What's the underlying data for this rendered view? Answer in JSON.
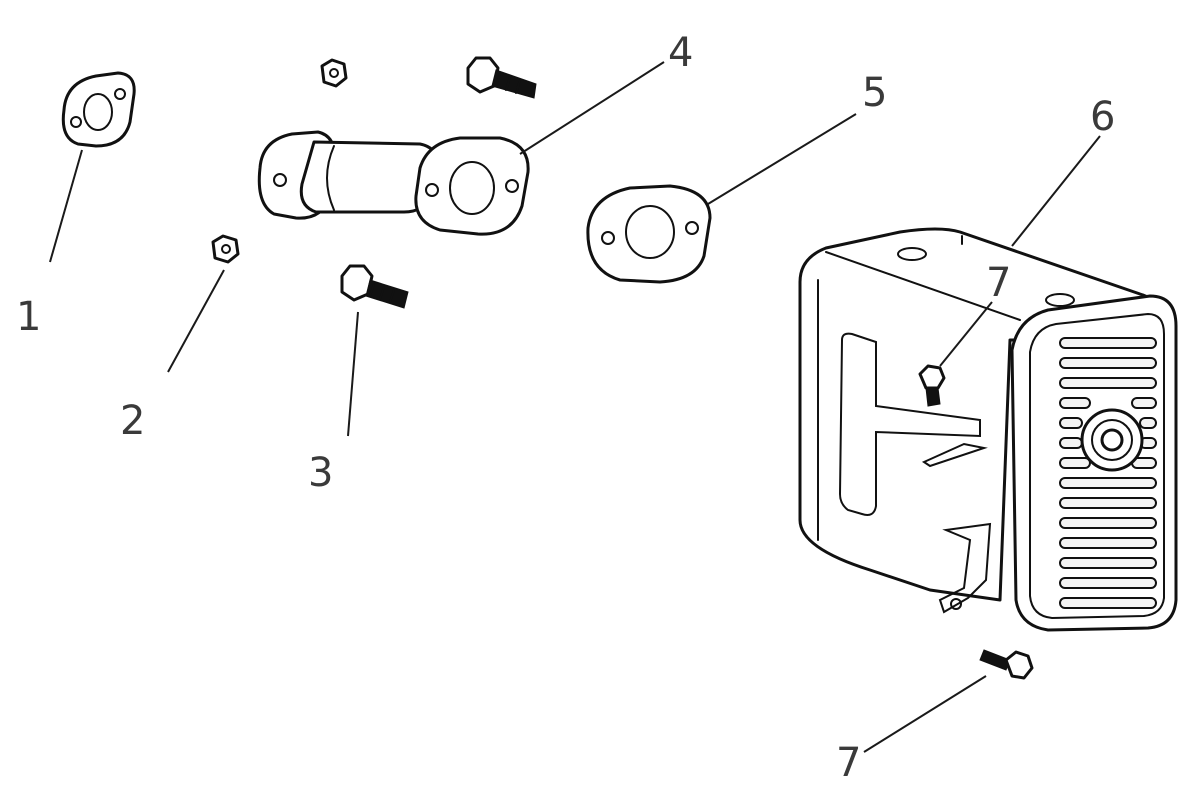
{
  "diagram": {
    "labels": [
      {
        "id": "part-1",
        "text": "1"
      },
      {
        "id": "part-2",
        "text": "2"
      },
      {
        "id": "part-3",
        "text": "3"
      },
      {
        "id": "part-4",
        "text": "4"
      },
      {
        "id": "part-5",
        "text": "5"
      },
      {
        "id": "part-6",
        "text": "6"
      },
      {
        "id": "part-7a",
        "text": "7"
      },
      {
        "id": "part-7b",
        "text": "7"
      }
    ]
  }
}
